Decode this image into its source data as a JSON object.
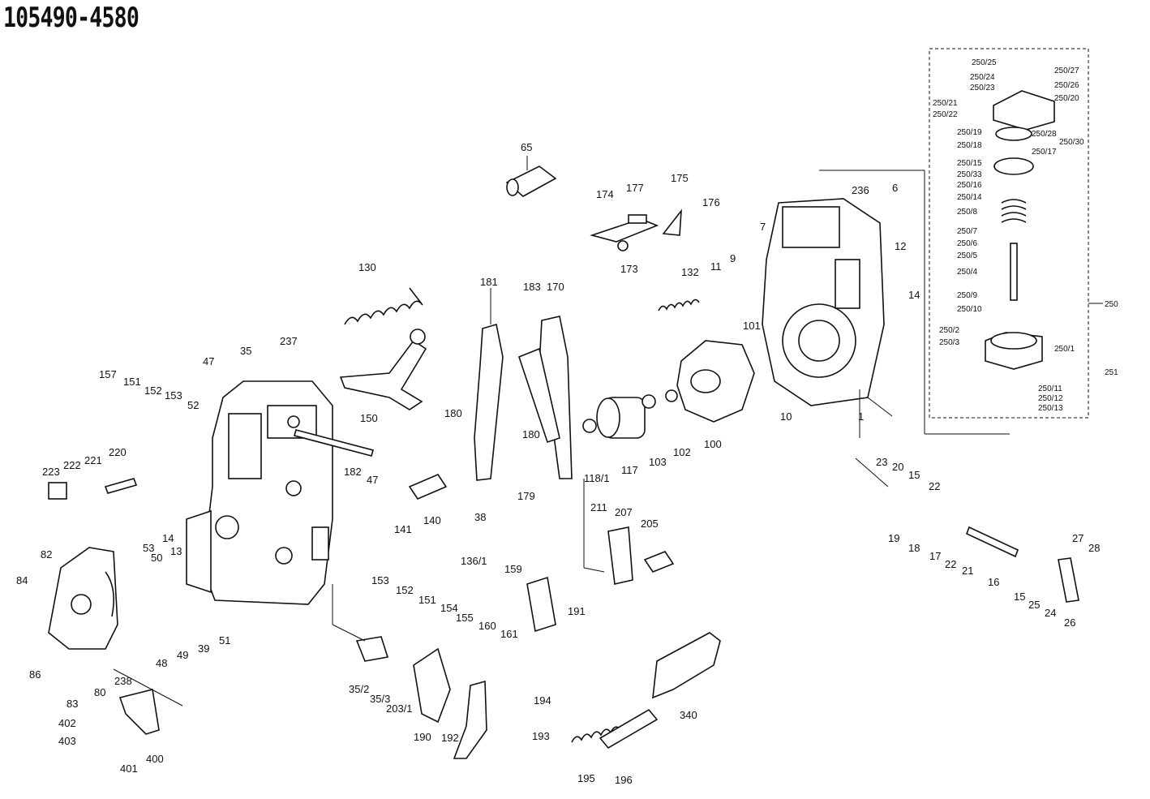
{
  "title": "105490-4580",
  "labels": {
    "l_65": "65",
    "l_174": "174",
    "l_177": "177",
    "l_175": "175",
    "l_176": "176",
    "l_173": "173",
    "l_236": "236",
    "l_6": "6",
    "l_7": "7",
    "l_12": "12",
    "l_14a": "14",
    "l_130": "130",
    "l_132": "132",
    "l_11": "11",
    "l_9": "9",
    "l_181": "181",
    "l_183": "183",
    "l_170": "170",
    "l_101": "101",
    "l_35": "35",
    "l_237": "237",
    "l_47a": "47",
    "l_157": "157",
    "l_151a": "151",
    "l_152a": "152",
    "l_153a": "153",
    "l_52": "52",
    "l_150": "150",
    "l_180a": "180",
    "l_180b": "180",
    "l_10": "10",
    "l_100": "100",
    "l_102": "102",
    "l_103": "103",
    "l_117": "117",
    "l_118_1": "118/1",
    "l_223": "223",
    "l_222": "222",
    "l_221": "221",
    "l_220": "220",
    "l_182": "182",
    "l_47b": "47",
    "l_179": "179",
    "l_38": "38",
    "l_140": "140",
    "l_141": "141",
    "l_53": "53",
    "l_14b": "14",
    "l_211": "211",
    "l_207": "207",
    "l_205": "205",
    "l_23": "23",
    "l_20": "20",
    "l_15a": "15",
    "l_22a": "22",
    "l_19": "19",
    "l_18": "18",
    "l_17": "17",
    "l_22b": "22",
    "l_21": "21",
    "l_16": "16",
    "l_15b": "15",
    "l_25": "25",
    "l_24": "24",
    "l_27": "27",
    "l_28": "28",
    "l_26": "26",
    "l_82": "82",
    "l_84": "84",
    "l_50": "50",
    "l_13": "13",
    "l_153b": "153",
    "l_152b": "152",
    "l_151b": "151",
    "l_154": "154",
    "l_155": "155",
    "l_136_1": "136/1",
    "l_160": "160",
    "l_159": "159",
    "l_161": "161",
    "l_191": "191",
    "l_86": "86",
    "l_83": "83",
    "l_80": "80",
    "l_238": "238",
    "l_48": "48",
    "l_49": "49",
    "l_39": "39",
    "l_51": "51",
    "l_35_2": "35/2",
    "l_35_3": "35/3",
    "l_203_1": "203/1",
    "l_190": "190",
    "l_192": "192",
    "l_194": "194",
    "l_193": "193",
    "l_340": "340",
    "l_195": "195",
    "l_196": "196",
    "l_402": "402",
    "l_403": "403",
    "l_401": "401",
    "l_400": "400",
    "l_1": "1",
    "l_250_25": "250/25",
    "l_250_27": "250/27",
    "l_250_24": "250/24",
    "l_250_26": "250/26",
    "l_250_23": "250/23",
    "l_250_20": "250/20",
    "l_250_21": "250/21",
    "l_250_22": "250/22",
    "l_250_19": "250/19",
    "l_250_28": "250/28",
    "l_250_30": "250/30",
    "l_250_18": "250/18",
    "l_250_17": "250/17",
    "l_250_15": "250/15",
    "l_250_33": "250/33",
    "l_250_16": "250/16",
    "l_250_14": "250/14",
    "l_250_8": "250/8",
    "l_250_7": "250/7",
    "l_250_6": "250/6",
    "l_250_5": "250/5",
    "l_250_4": "250/4",
    "l_250_9": "250/9",
    "l_250_10": "250/10",
    "l_250": "250",
    "l_250_2": "250/2",
    "l_250_3": "250/3",
    "l_250_1": "250/1",
    "l_251": "251",
    "l_250_11": "250/11",
    "l_250_12": "250/12",
    "l_250_13": "250/13"
  }
}
